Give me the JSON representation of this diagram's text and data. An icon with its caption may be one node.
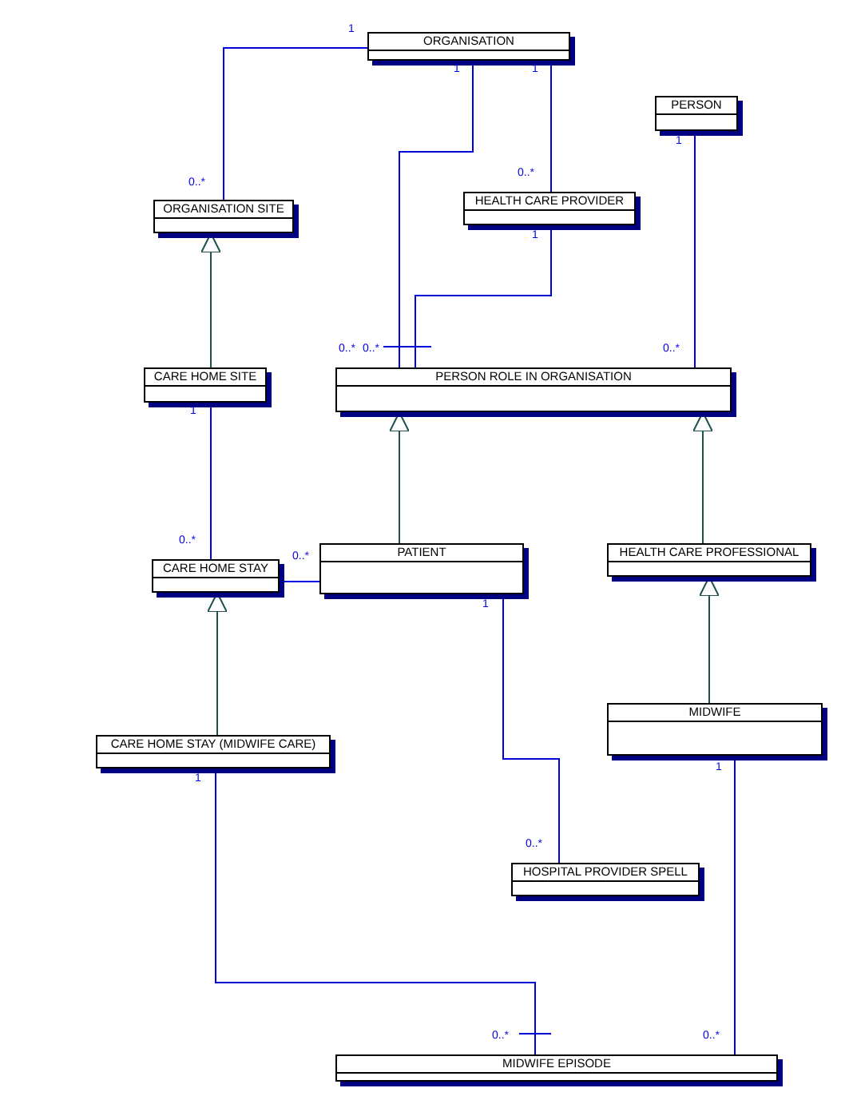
{
  "diagram": {
    "nodes": [
      {
        "text": [
          "ORGANISATION"
        ]
      },
      {
        "text": [
          "PERSON"
        ]
      },
      {
        "text": [
          "ORGANISATION SITE"
        ]
      },
      {
        "text": [
          "HEALTH CARE PROVIDER"
        ]
      },
      {
        "text": [
          "CARE HOME SITE"
        ]
      },
      {
        "text": [
          "PERSON ROLE IN ORGANISATION"
        ]
      },
      {
        "text": [
          "PATIENT"
        ]
      },
      {
        "text": [
          "CARE HOME STAY"
        ]
      },
      {
        "text": [
          "HEALTH CARE PROFESSIONAL"
        ]
      },
      {
        "text": [
          "MIDWIFE"
        ]
      },
      {
        "text": [
          "CARE HOME STAY (MIDWIFE CARE)"
        ]
      },
      {
        "text": [
          "HOSPITAL PROVIDER SPELL"
        ]
      },
      {
        "text": [
          "MIDWIFE EPISODE"
        ]
      }
    ],
    "edges": [
      {
        "from": 0,
        "to": 2,
        "arrow": "none"
      },
      {
        "from": 0,
        "to": 5,
        "arrow": "other"
      },
      {
        "from": 0,
        "to": 3,
        "arrow": "none"
      },
      {
        "from": 3,
        "to": 5,
        "arrow": "other"
      },
      {
        "from": 1,
        "to": 5,
        "arrow": "none"
      },
      {
        "from": 4,
        "to": 2,
        "arrow": "to",
        "color": "#1f4f4f"
      },
      {
        "from": 4,
        "to": 7,
        "arrow": "none"
      },
      {
        "from": 6,
        "to": 5,
        "arrow": "to",
        "color": "#1f4f4f"
      },
      {
        "from": 8,
        "to": 5,
        "arrow": "to",
        "color": "#1f4f4f"
      },
      {
        "from": 7,
        "to": 6,
        "arrow": "none"
      },
      {
        "from": 10,
        "to": 7,
        "arrow": "to",
        "color": "#1f4f4f"
      },
      {
        "from": 9,
        "to": 8,
        "arrow": "to",
        "color": "#1f4f4f"
      },
      {
        "from": 6,
        "to": 11,
        "arrow": "none"
      },
      {
        "from": 10,
        "to": 12,
        "arrow": "other"
      },
      {
        "from": 9,
        "to": 12,
        "arrow": "none"
      }
    ],
    "labels": [
      "1",
      "1",
      "1",
      "1",
      "0..*",
      "0..*",
      "1",
      "0..*",
      "0..*",
      "0..*",
      "1",
      "0..*",
      "0..*",
      "1",
      "1",
      "1",
      "0..*",
      "0..*",
      "0..*"
    ]
  }
}
